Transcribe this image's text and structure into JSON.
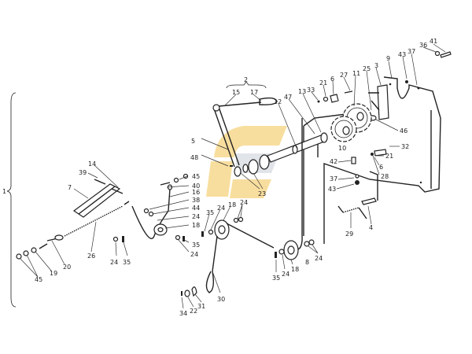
{
  "diagram": {
    "type": "exploded-parts-view",
    "callouts": [
      "1",
      "2",
      "15",
      "17",
      "12",
      "47",
      "13",
      "33",
      "21",
      "6",
      "27",
      "11",
      "25",
      "3",
      "9",
      "43",
      "37",
      "36",
      "41",
      "46",
      "10",
      "32",
      "21",
      "6",
      "28",
      "42",
      "37",
      "43",
      "29",
      "4",
      "5",
      "48",
      "23",
      "14",
      "39",
      "7",
      "26",
      "20",
      "19",
      "45",
      "24",
      "35",
      "45",
      "40",
      "16",
      "38",
      "44",
      "24",
      "18",
      "35",
      "24",
      "35",
      "24",
      "18",
      "24",
      "30",
      "31",
      "22",
      "34",
      "35",
      "24",
      "18",
      "8",
      "24"
    ],
    "colors": {
      "line": "#222222",
      "watermark_yellow": "#f6d47e",
      "watermark_gray": "#d8dde4"
    }
  }
}
